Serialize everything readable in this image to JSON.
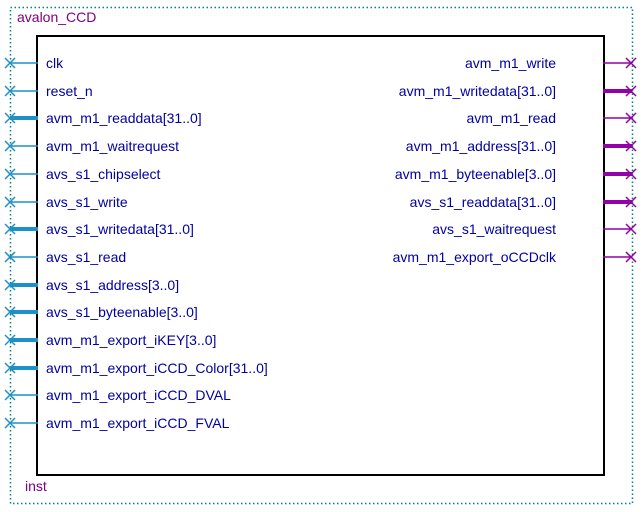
{
  "component": {
    "name": "avalon_CCD",
    "instance": "inst",
    "colors": {
      "frame": "#008080",
      "body": "#000000",
      "label": "#0000a0",
      "input_wire": "#1e90c8",
      "output_wire": "#9400a8",
      "title": "#800080"
    }
  },
  "inputs": [
    {
      "name": "clk",
      "bus": false
    },
    {
      "name": "reset_n",
      "bus": false
    },
    {
      "name": "avm_m1_readdata[31..0]",
      "bus": true
    },
    {
      "name": "avm_m1_waitrequest",
      "bus": false
    },
    {
      "name": "avs_s1_chipselect",
      "bus": false
    },
    {
      "name": "avs_s1_write",
      "bus": false
    },
    {
      "name": "avs_s1_writedata[31..0]",
      "bus": true
    },
    {
      "name": "avs_s1_read",
      "bus": false
    },
    {
      "name": "avs_s1_address[3..0]",
      "bus": true
    },
    {
      "name": "avs_s1_byteenable[3..0]",
      "bus": true
    },
    {
      "name": "avm_m1_export_iKEY[3..0]",
      "bus": true
    },
    {
      "name": "avm_m1_export_iCCD_Color[31..0]",
      "bus": true
    },
    {
      "name": "avm_m1_export_iCCD_DVAL",
      "bus": false
    },
    {
      "name": "avm_m1_export_iCCD_FVAL",
      "bus": false
    }
  ],
  "outputs": [
    {
      "name": "avm_m1_write",
      "bus": false
    },
    {
      "name": "avm_m1_writedata[31..0]",
      "bus": true
    },
    {
      "name": "avm_m1_read",
      "bus": false
    },
    {
      "name": "avm_m1_address[31..0]",
      "bus": true
    },
    {
      "name": "avm_m1_byteenable[3..0]",
      "bus": true
    },
    {
      "name": "avs_s1_readdata[31..0]",
      "bus": true
    },
    {
      "name": "avs_s1_waitrequest",
      "bus": false
    },
    {
      "name": "avm_m1_export_oCCDclk",
      "bus": false
    }
  ]
}
